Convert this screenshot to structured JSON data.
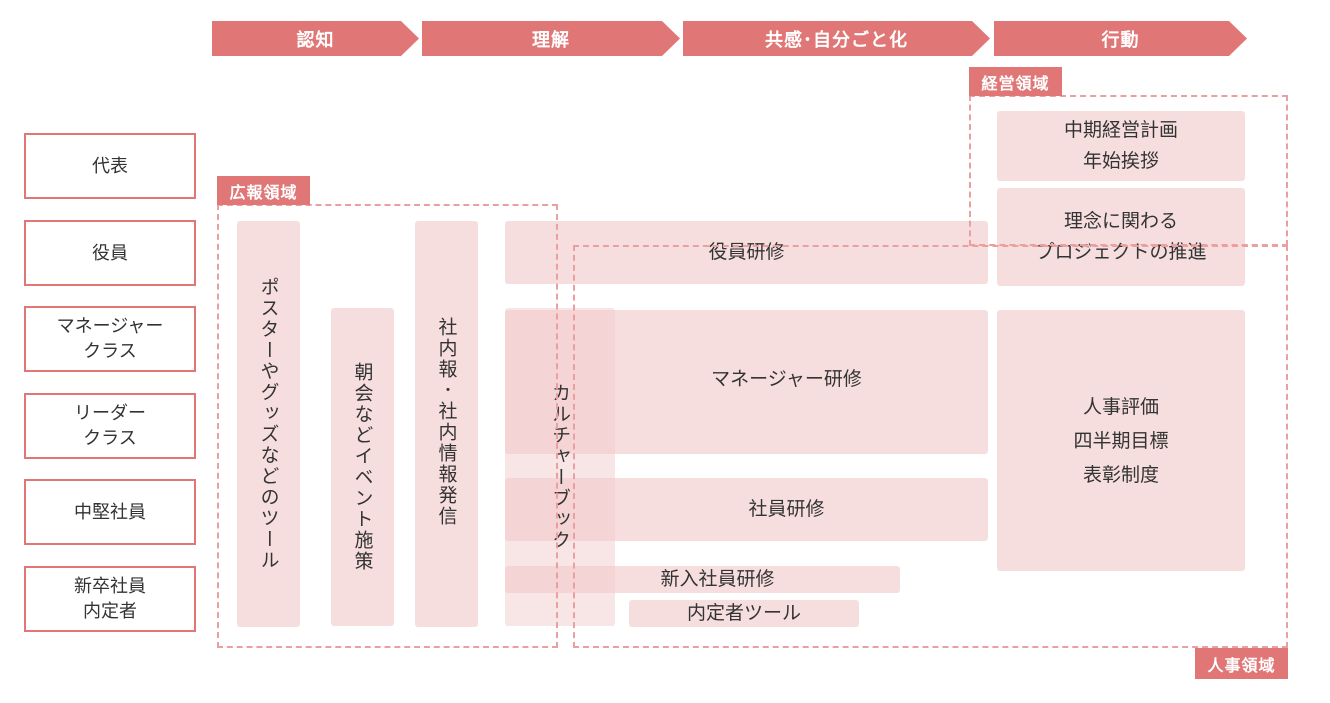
{
  "phases": [
    "認知",
    "理解",
    "共感･自分ごと化",
    "行動"
  ],
  "levels": [
    "代表",
    "役員",
    "マネージャー\nクラス",
    "リーダー\nクラス",
    "中堅社員",
    "新卒社員\n内定者"
  ],
  "regions": {
    "pr": "広報領域",
    "management": "経営領域",
    "hr": "人事領域"
  },
  "blocks": {
    "posters": "ポスターやグッズなどのツール",
    "events": "朝会などイベント施策",
    "internal_news": "社内報･社内情報発信",
    "culture_book": "カルチャーブック",
    "exec_training": "役員研修",
    "manager_training": "マネージャー研修",
    "staff_training": "社員研修",
    "newhire_training": "新入社員研修",
    "offer_tool": "内定者ツール",
    "mid_plan": "中期経営計画\n年始挨拶",
    "philosophy": "理念に関わる\nプロジェクトの推進",
    "hr_eval": "人事評価\n四半期目標\n表彰制度"
  },
  "colors": {
    "accent": "#e07676",
    "block": "#f7dede",
    "dashed": "#eaa0a0"
  }
}
